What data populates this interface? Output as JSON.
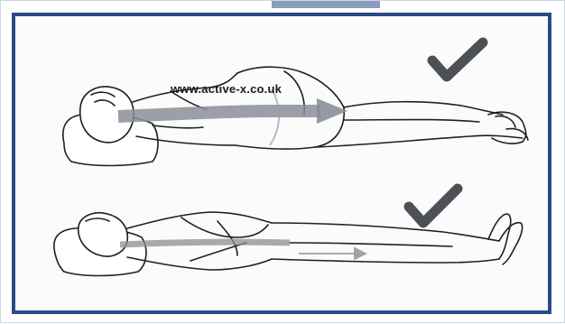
{
  "figure": {
    "watermark_url": "www.active-x.co.uk",
    "panels": [
      {
        "position": "side-lying",
        "approved": true
      },
      {
        "position": "supine",
        "approved": true
      }
    ],
    "colors": {
      "frame": "#2a4a86",
      "spine_arrow": "#8a8f96",
      "checkmark": "#4d5157",
      "ink": "#1f1f1f"
    },
    "icons": [
      "checkmark-icon",
      "checkmark-icon",
      "pillow-icon",
      "spine-arrow-icon"
    ]
  }
}
